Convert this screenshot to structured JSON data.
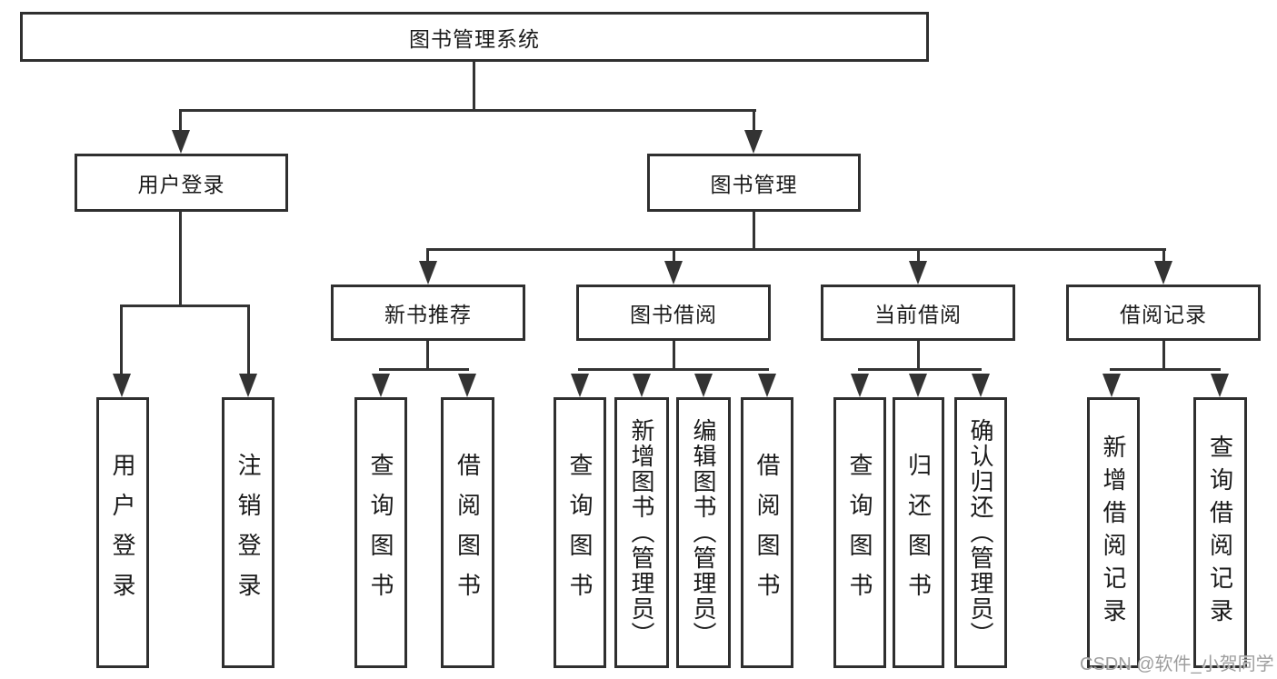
{
  "diagram_title": "图书管理系统",
  "nodes": {
    "root": "图书管理系统",
    "user_login": "用户登录",
    "book_mgmt": "图书管理",
    "new_book_rec": "新书推荐",
    "book_borrow": "图书借阅",
    "current_borrow": "当前借阅",
    "borrow_record": "借阅记录",
    "leaf_user_login": "用户登录",
    "leaf_logout": "注销登录",
    "leaf_query_book_1": "查询图书",
    "leaf_borrow_book_1": "借阅图书",
    "leaf_query_book_2": "查询图书",
    "leaf_add_book": "新增图书（管理员）",
    "leaf_edit_book": "编辑图书（管理员）",
    "leaf_borrow_book_2": "借阅图书",
    "leaf_query_book_3": "查询图书",
    "leaf_return_book": "归还图书",
    "leaf_confirm_return": "确认归还（管理员）",
    "leaf_add_record": "新增借阅记录",
    "leaf_query_record": "查询借阅记录"
  },
  "watermark": "CSDN @软件_小贺同学",
  "colors": {
    "line": "#333333",
    "border": "#2f2f2f",
    "text": "#1a1a1a",
    "watermark": "#9e9e9e",
    "background": "#ffffff"
  }
}
